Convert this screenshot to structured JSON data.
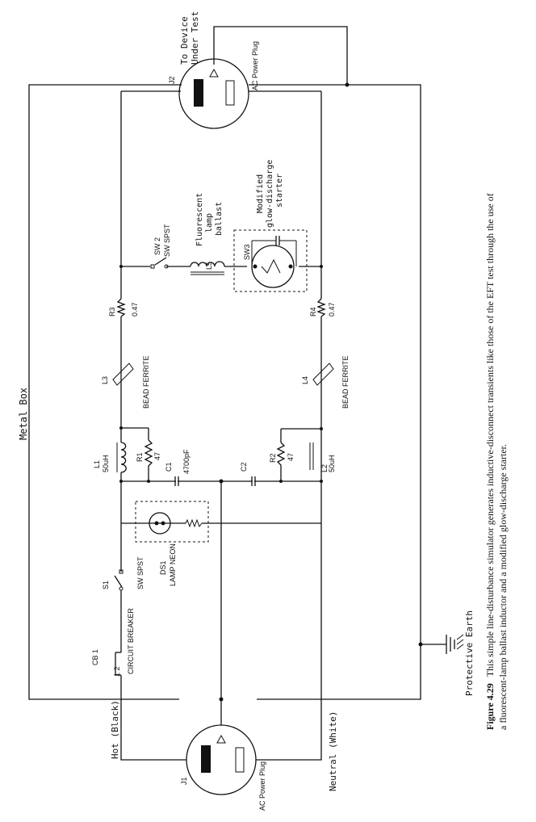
{
  "enclosure_label": "Metal Box",
  "hot_label": "Hot (Black)",
  "neutral_label": "Neutral (White)",
  "earth_label": "Protective Earth",
  "dut_label_line1": "To Device",
  "dut_label_line2": "Under Test",
  "j1": {
    "ref": "J1",
    "name": "AC Power Plug"
  },
  "j2": {
    "ref": "J2",
    "name": "AC Power Plug"
  },
  "cb1": {
    "ref": "CB 1",
    "pins": "1  2",
    "name": "CIRCUIT BREAKER"
  },
  "s1": {
    "ref": "S1",
    "name": "SW SPST"
  },
  "ds1": {
    "ref": "DS1",
    "name": "LAMP NEON"
  },
  "c1": {
    "ref": "C1",
    "value": "4700pF"
  },
  "c2": {
    "ref": "C2"
  },
  "l1": {
    "ref": "L1",
    "value": "50uH"
  },
  "l2": {
    "ref": "L2",
    "value": "50uH"
  },
  "r1": {
    "ref": "R1",
    "value": "47"
  },
  "r2": {
    "ref": "R2",
    "value": "47"
  },
  "l3": {
    "ref": "L3",
    "name": "BEAD FERRITE"
  },
  "l4": {
    "ref": "L4",
    "name": "BEAD FERRITE"
  },
  "r3": {
    "ref": "R3",
    "value": "0.47"
  },
  "r4": {
    "ref": "R4",
    "value": "0.47"
  },
  "sw2": {
    "ref": "SW 2",
    "name": "SW SPST"
  },
  "l5": {
    "ref": "L5",
    "line1": "Fluorescent",
    "line2": "lamp",
    "line3": "ballast"
  },
  "sw3": {
    "ref": "SW3",
    "line1": "Modified",
    "line2": "glow-discharge",
    "line3": "starter"
  },
  "caption": {
    "label": "Figure 4.29",
    "line1": "This simple line-disturbance simulator generates inductive-disconnect transients like those of the EFT test through the use of",
    "line2": "a fluorescent-lamp ballast inductor and a modified glow-discharge starter."
  }
}
